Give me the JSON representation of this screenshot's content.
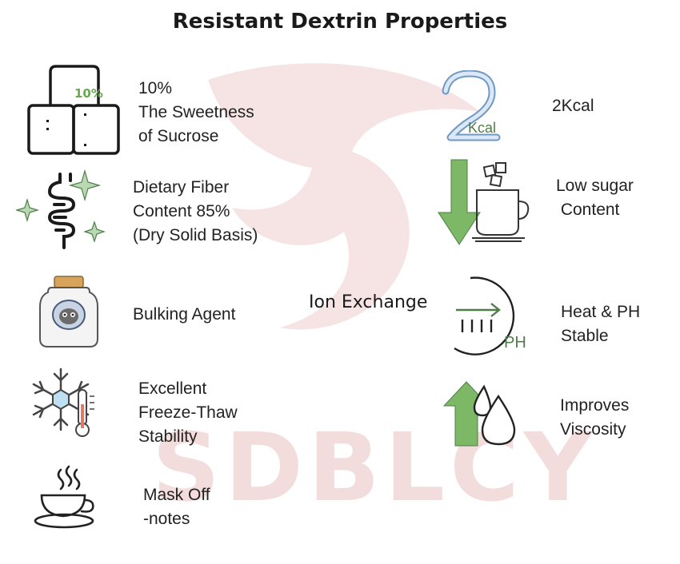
{
  "title": "Resistant Dextrin Properties",
  "watermark": "SDBLCY",
  "colors": {
    "green": "#6aa84f",
    "blue": "#8fb4d9",
    "watermark": "#f3dcdc",
    "text": "#222222"
  },
  "left_items": [
    {
      "icon": "sugar-cubes-icon",
      "badge": "10%",
      "lines": [
        "10%",
        "The Sweetness",
        "of Sucrose"
      ]
    },
    {
      "icon": "intestine-icon",
      "lines": [
        "Dietary Fiber",
        "Content 85%",
        "(Dry Solid Basis)"
      ]
    },
    {
      "icon": "jar-icon",
      "lines": [
        "Bulking Agent"
      ]
    },
    {
      "icon": "snowflake-thermometer-icon",
      "lines": [
        "Excellent",
        "Freeze-Thaw",
        "Stability"
      ]
    },
    {
      "icon": "tea-cup-icon",
      "lines": [
        "Mask Off",
        "-notes"
      ]
    }
  ],
  "right_items": [
    {
      "icon": "two-kcal-icon",
      "badge": "Kcal",
      "lines": [
        "2Kcal"
      ]
    },
    {
      "icon": "down-arrow-coffee-icon",
      "lines": [
        "Low sugar",
        " Content"
      ]
    },
    {
      "icon": "ph-stable-icon",
      "badge": "PH",
      "lines": [
        "Heat & PH",
        "Stable"
      ]
    },
    {
      "icon": "up-arrow-drops-icon",
      "lines": [
        "Improves",
        "Viscosity"
      ]
    }
  ],
  "ion_exchange": "Ion Exchange"
}
